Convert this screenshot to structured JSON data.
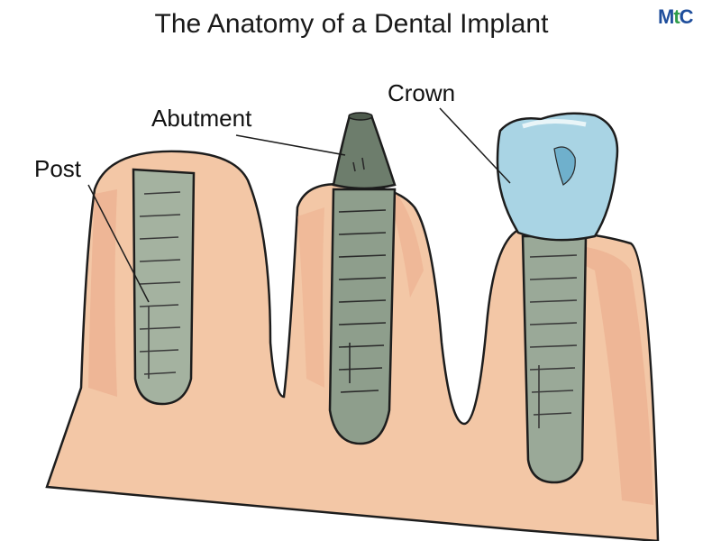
{
  "title": "The Anatomy of a Dental Implant",
  "logo": {
    "left": "M",
    "middle": "t",
    "right": "C"
  },
  "labels": {
    "post": "Post",
    "abutment": "Abutment",
    "crown": "Crown"
  },
  "colors": {
    "gum": "#f3c7a6",
    "gum_dark": "#eaa788",
    "implant": "#9aa998",
    "implant_dark": "#6d7d6c",
    "crown": "#a9d4e4",
    "outline": "#1d1d1d",
    "logo_blue": "#1f4e9c",
    "logo_green": "#2f9c4a"
  }
}
